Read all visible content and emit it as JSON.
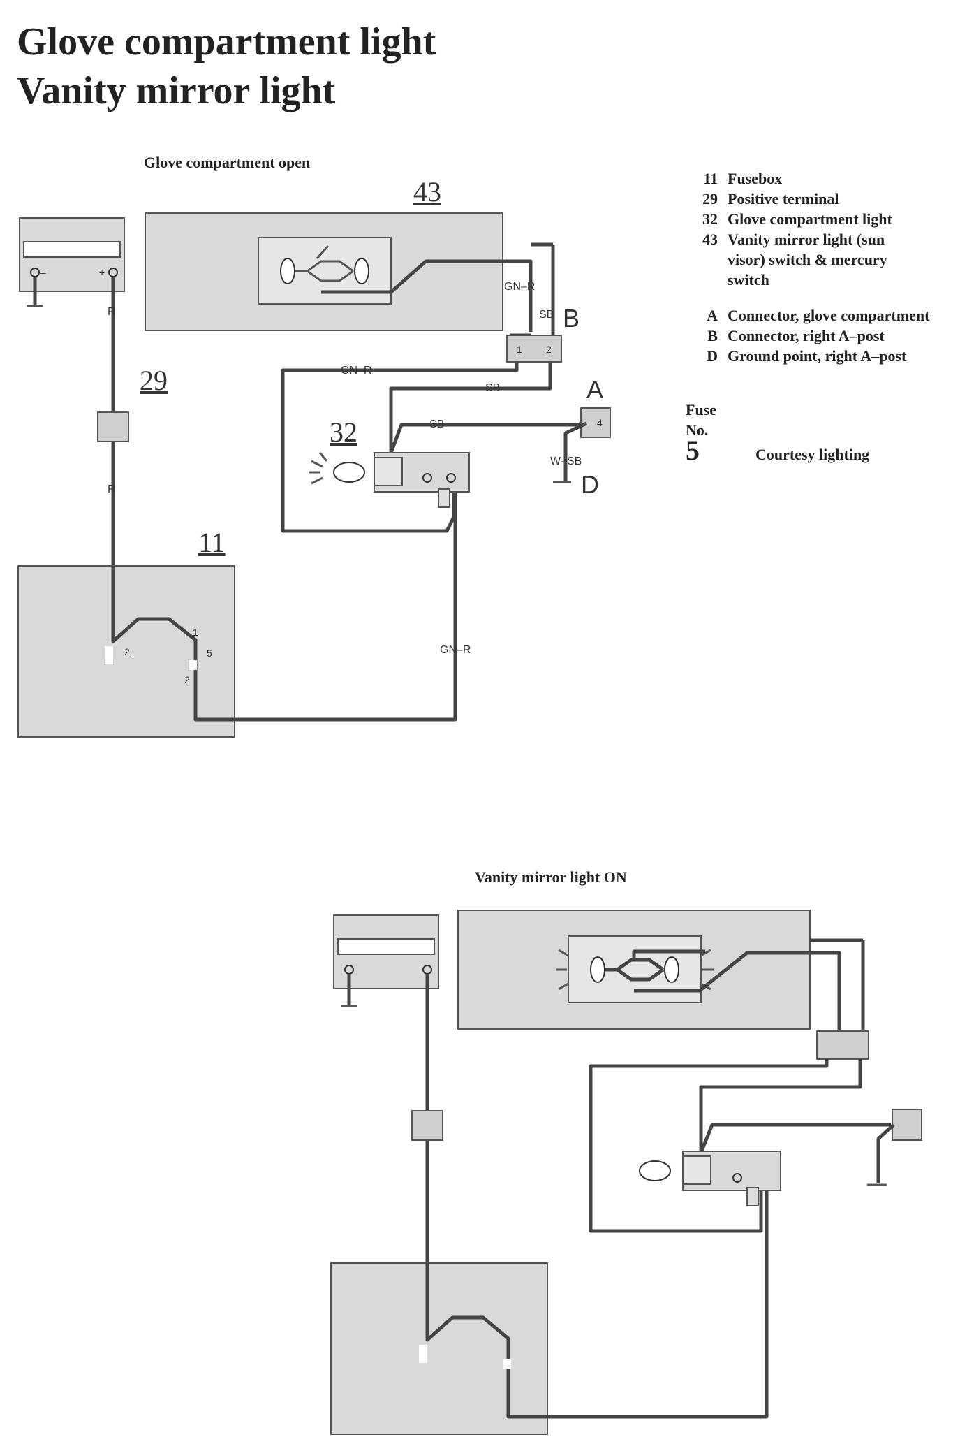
{
  "title_line1": "Glove compartment light",
  "title_line2": "Vanity mirror light",
  "caption_top": "Glove compartment open",
  "caption_bottom": "Vanity mirror light ON",
  "legend": [
    {
      "key": "11",
      "text": "Fusebox"
    },
    {
      "key": "29",
      "text": "Positive terminal"
    },
    {
      "key": "32",
      "text": "Glove compartment light"
    },
    {
      "key": "43",
      "text": "Vanity mirror light (sun visor) switch & mercury switch"
    }
  ],
  "legend_connectors": [
    {
      "key": "A",
      "text": "Connector, glove compartment"
    },
    {
      "key": "B",
      "text": "Connector, right A–post"
    },
    {
      "key": "D",
      "text": "Ground point, right A–post"
    }
  ],
  "fuse": {
    "header1": "Fuse",
    "header2": "No.",
    "number": "5",
    "text": "Courtesy lighting"
  },
  "diagram_labels": {
    "num43": "43",
    "num29": "29",
    "num32": "32",
    "num11": "11",
    "A": "A",
    "B": "B",
    "D": "D",
    "wire_r_top": "R",
    "wire_r_mid": "R",
    "wire_gnr_1": "GN–R",
    "wire_gnr_2": "GN–R",
    "wire_gnr_3": "GN–R",
    "wire_sb_1": "SB",
    "wire_sb_2": "SB",
    "wire_sb_3": "SB",
    "wire_wsb": "W–SB",
    "pin_conn_1": "1",
    "pin_conn_2": "2",
    "pin_a_4": "4",
    "pin_fb_2a": "2",
    "pin_fb_1": "1",
    "pin_fb_5": "5",
    "pin_fb_2b": "2",
    "bat_minus": "–",
    "bat_plus": "+"
  }
}
